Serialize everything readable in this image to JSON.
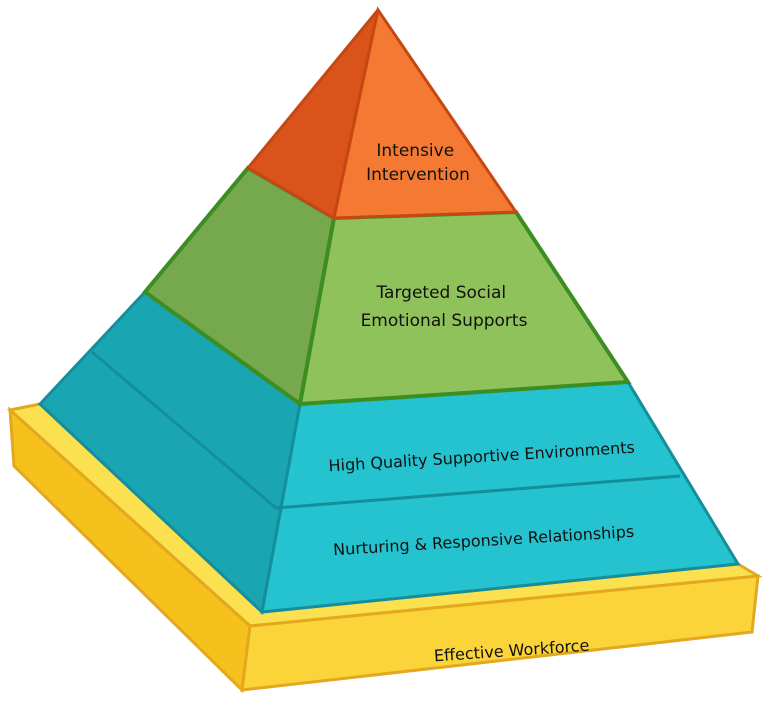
{
  "diagram": {
    "type": "pyramid",
    "tiers": [
      {
        "id": "intensive",
        "lines": [
          "Intensive",
          "Intervention"
        ],
        "color": "#f0742f"
      },
      {
        "id": "targeted",
        "lines": [
          "Targeted Social",
          "Emotional Supports"
        ],
        "color": "#8fbf57"
      },
      {
        "id": "environments",
        "lines": [
          "High Quality Supportive Environments"
        ],
        "color": "#25c3cf"
      },
      {
        "id": "relationships",
        "lines": [
          "Nurturing & Responsive Relationships"
        ],
        "color": "#25c3cf"
      },
      {
        "id": "workforce",
        "lines": [
          "Effective Workforce"
        ],
        "color": "#fbd437"
      }
    ]
  }
}
